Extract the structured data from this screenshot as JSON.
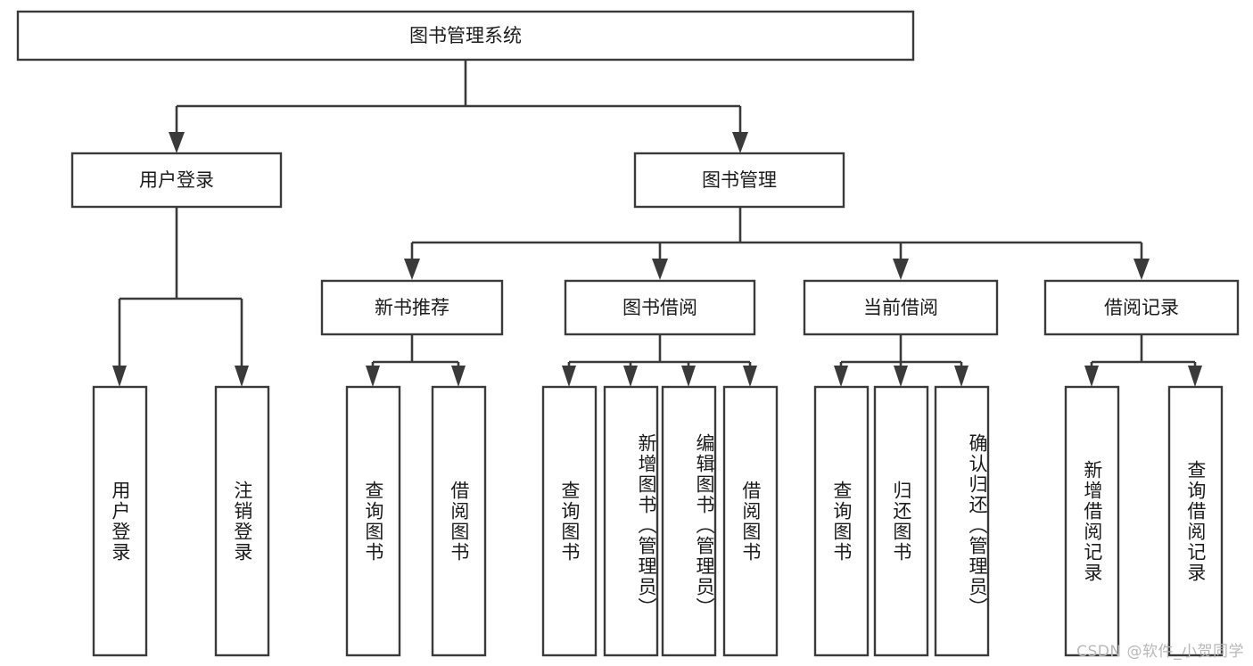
{
  "diagram": {
    "title": "图书管理系统",
    "type": "tree-hierarchy",
    "watermark": "CSDN @软件_小贺同学",
    "root": {
      "id": "root",
      "label": "图书管理系统"
    },
    "level2": [
      {
        "id": "user-login",
        "label": "用户登录"
      },
      {
        "id": "book-manage",
        "label": "图书管理"
      }
    ],
    "level3": [
      {
        "id": "new-book-recommend",
        "label": "新书推荐"
      },
      {
        "id": "book-borrow",
        "label": "图书借阅"
      },
      {
        "id": "current-borrow",
        "label": "当前借阅"
      },
      {
        "id": "borrow-record",
        "label": "借阅记录"
      }
    ],
    "leaves": {
      "user_login": [
        {
          "id": "leaf-user-login",
          "label": "用户登录"
        },
        {
          "id": "leaf-logout",
          "label": "注销登录"
        }
      ],
      "new_book_recommend": [
        {
          "id": "leaf-query-book-1",
          "label": "查询图书"
        },
        {
          "id": "leaf-borrow-book-1",
          "label": "借阅图书"
        }
      ],
      "book_borrow": [
        {
          "id": "leaf-query-book-2",
          "label": "查询图书"
        },
        {
          "id": "leaf-add-book",
          "label": "新增图书（管理员）"
        },
        {
          "id": "leaf-edit-book",
          "label": "编辑图书（管理员）"
        },
        {
          "id": "leaf-borrow-book-2",
          "label": "借阅图书"
        }
      ],
      "current_borrow": [
        {
          "id": "leaf-query-book-3",
          "label": "查询图书"
        },
        {
          "id": "leaf-return-book",
          "label": "归还图书"
        },
        {
          "id": "leaf-confirm-return",
          "label": "确认归还（管理员）"
        }
      ],
      "borrow_record": [
        {
          "id": "leaf-add-record",
          "label": "新增借阅记录"
        },
        {
          "id": "leaf-query-record",
          "label": "查询借阅记录"
        }
      ]
    },
    "colors": {
      "stroke": "#3a3a3a",
      "fill": "#ffffff",
      "text": "#1b1b1b",
      "watermark": "#b8b8b8"
    }
  }
}
